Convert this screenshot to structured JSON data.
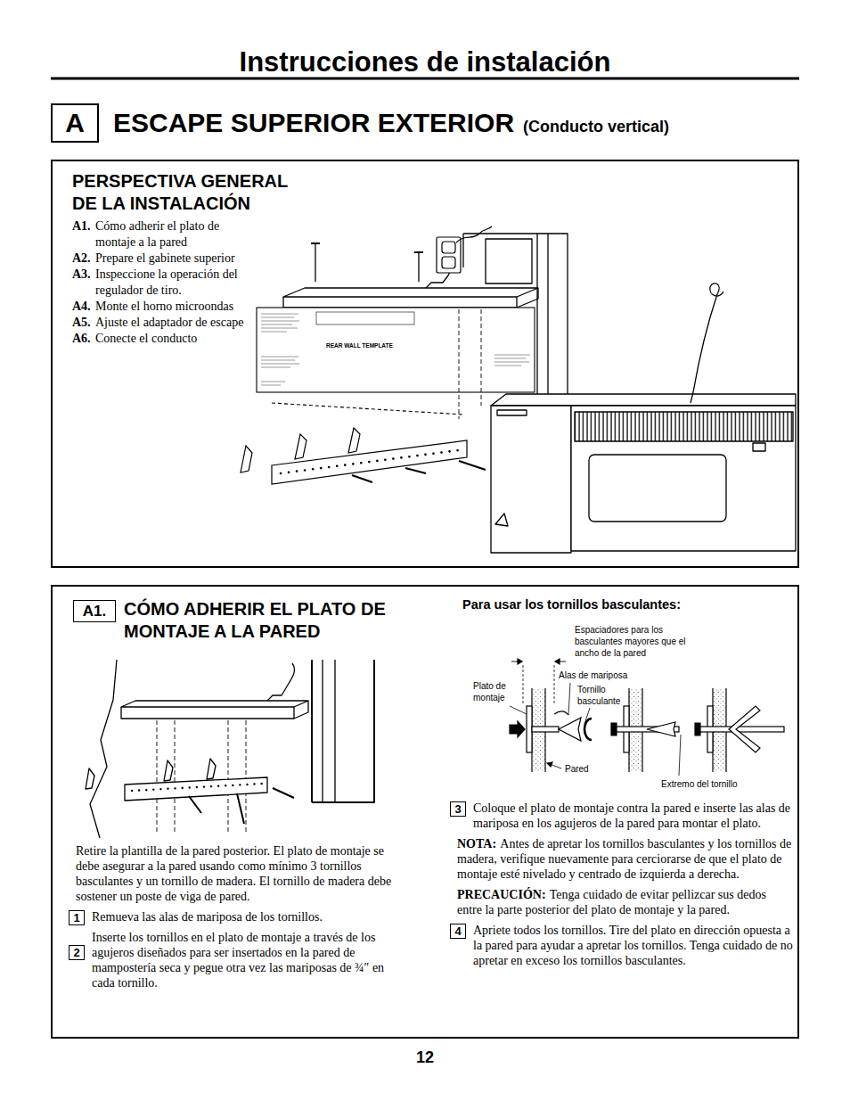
{
  "diagram": {
    "title": "Instrucciones de instalación",
    "nodes": [
      {
        "text": [
          "A"
        ]
      },
      {
        "text": [
          "PERSPECTIVA GENERAL DE LA INSTALACIÓN",
          "A1.",
          "Cómo adherir el plato de montaje a la pared",
          "A2.",
          "Prepare el gabinete superior",
          "A3.",
          "Inspeccione la operación del regulador de tiro.",
          "A4.",
          "Monte el horno microondas",
          "A5.",
          "Ajuste el adaptador de escape",
          "A6.",
          "Conecte el conducto"
        ]
      },
      {
        "text": [
          "CÓMO ADHERIR EL PLATO DE MONTAJE A LA PARED",
          "Retire la plantilla de la pared posterior. El plato de montaje se debe asegurar a la pared usando como mínimo 3 tornillos basculantes y un tornillo de madera. El tornillo de madera debe sostener un poste de viga de pared.",
          "Remueva las alas de mariposa de los tornillos.",
          "Inserte los tornillos en el plato de montaje a través de los agujeros diseñados para ser insertados en la pared de mampostería seca y pegue otra vez las mariposas de ¾″ en cada tornillo.",
          "Para usar los tornillos basculantes:",
          "Coloque el plato de montaje contra la pared e inserte las alas de mariposa en los agujeros de la pared para montar el plato.",
          "NOTA:",
          "Antes de apretar los tornillos basculantes y los tornillos de madera, verifique nuevamente para cerciorarse de que el plato de montaje esté nivelado y centrado de izquierda a derecha.",
          "PRECAUCIÓN:",
          "Tenga cuidado de evitar pellizcar sus dedos entre la parte posterior del plato de montaje y la pared.",
          "Apriete todos los tornillos. Tire del plato en dirección opuesta a la pared para ayudar a apretar los tornillos. Tenga cuidado de no apretar en exceso los tornillos basculantes."
        ]
      },
      {
        "text": [
          "A1."
        ],
        "in": 2
      },
      {
        "text": [
          "1"
        ],
        "in": 2
      },
      {
        "text": [
          "2"
        ],
        "in": 2
      },
      {
        "text": [
          "3"
        ],
        "in": 2
      },
      {
        "text": [
          "4"
        ],
        "in": 2
      }
    ],
    "labels": [
      "ESCAPE SUPERIOR EXTERIOR",
      "(Conducto vertical)",
      "REAR WALL TEMPLATE",
      "Espaciadores para los basculantes mayores que el ancho de la pared",
      "Plato de montaje",
      "Alas de mariposa",
      "Tornillo basculante",
      "Pared",
      "Extremo del tornillo",
      "12"
    ]
  }
}
